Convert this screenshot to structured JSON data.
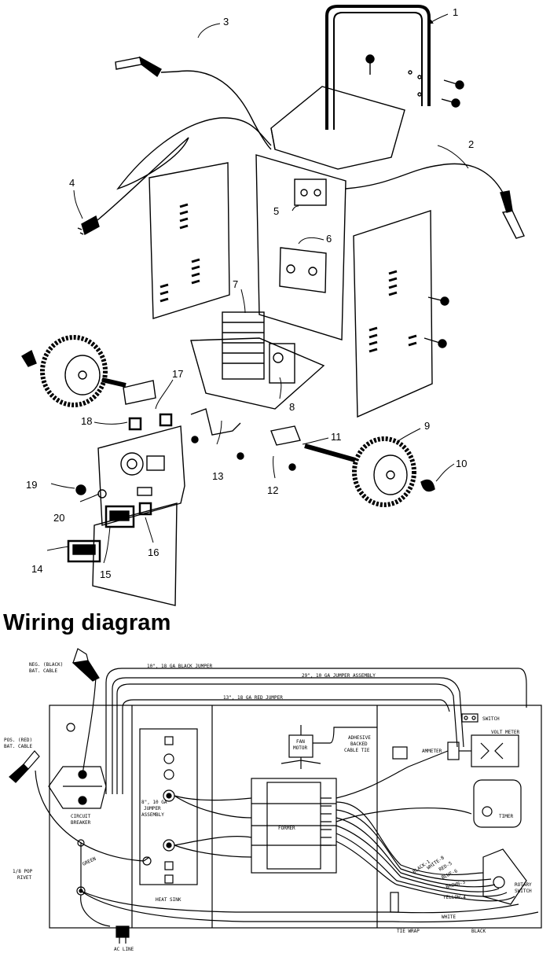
{
  "exploded_view": {
    "callouts": [
      "1",
      "2",
      "3",
      "4",
      "5",
      "6",
      "7",
      "8",
      "9",
      "10",
      "11",
      "12",
      "13",
      "14",
      "15",
      "16",
      "17",
      "18",
      "19",
      "20"
    ]
  },
  "wiring": {
    "heading": "Wiring diagram",
    "labels": {
      "neg_cable": "NEG. (BLACK)",
      "neg_cable2": "BAT. CABLE",
      "pos_cable": "POS. (RED)",
      "pos_cable2": "BAT. CABLE",
      "black_jumper": "10\", 18 GA BLACK JUMPER",
      "jumper_assembly": "29\", 10 GA JUMPER ASSEMBLY",
      "red_jumper": "13\", 18 GA RED JUMPER",
      "switch": "SWITCH",
      "volt_meter": "VOLT METER",
      "fan": "FAN",
      "motor": "MOTOR",
      "adhesive1": "ADHESIVE",
      "adhesive2": "BACKED",
      "adhesive3": "CABLE TIE",
      "ammeter": "AMMETER",
      "circuit1": "CIRCUIT",
      "circuit2": "BREAKER",
      "jumper_small1": "8\", 10 GA",
      "jumper_small2": "JUMPER",
      "jumper_small3": "ASSEMBLY",
      "transformer": "FORMER",
      "timer": "TIMER",
      "rotary1": "ROTARY",
      "rotary2": "SWITCH",
      "black1": "BLACK-1",
      "white8": "WHITE-8",
      "red5": "RED-5",
      "blue6": "BLUE-6",
      "brown3": "BROWN-3",
      "yellow4": "YELLOW-4",
      "green": "GREEN",
      "pop_rivet1": "1/8 POP",
      "pop_rivet2": "RIVET",
      "heat_sink": "HEAT SINK",
      "tie_wrap": "TIE WRAP",
      "white": "WHITE",
      "black": "BLACK",
      "ac_line": "AC LINE"
    }
  }
}
